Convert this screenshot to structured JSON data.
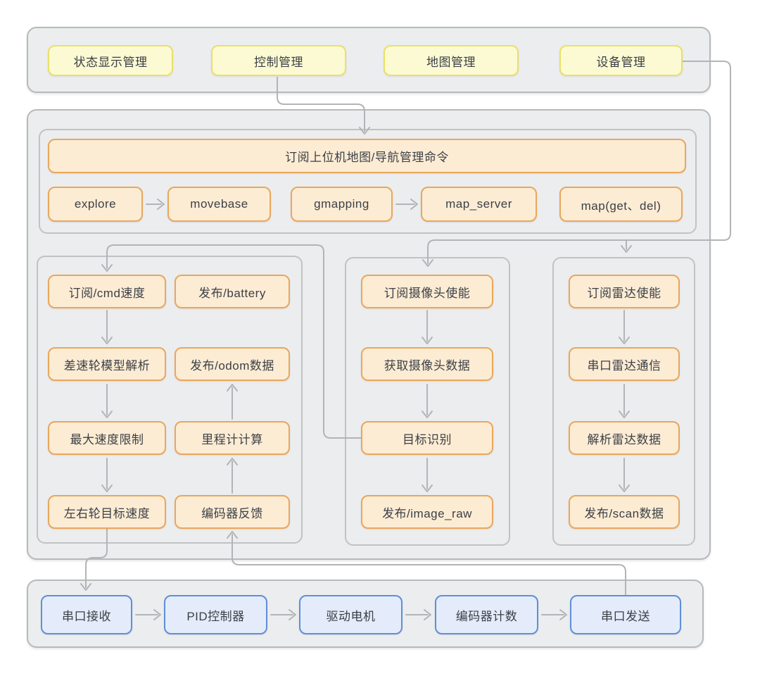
{
  "diagram": {
    "top_panel": {
      "nodes": [
        "状态显示管理",
        "控制管理",
        "地图管理",
        "设备管理"
      ]
    },
    "ros_panel": {
      "header": "订阅上位机地图/导航管理命令",
      "nodes": [
        "explore",
        "movebase",
        "gmapping",
        "map_server",
        "map(get、del)"
      ]
    },
    "motion_panel": {
      "col_a": [
        "订阅/cmd速度",
        "差速轮模型解析",
        "最大速度限制",
        "左右轮目标速度"
      ],
      "col_b": [
        "发布/battery",
        "发布/odom数据",
        "里程计计算",
        "编码器反馈"
      ]
    },
    "camera_panel": {
      "nodes": [
        "订阅摄像头使能",
        "获取摄像头数据",
        "目标识别",
        "发布/image_raw"
      ]
    },
    "lidar_panel": {
      "nodes": [
        "订阅雷达使能",
        "串口雷达通信",
        "解析雷达数据",
        "发布/scan数据"
      ]
    },
    "mcu_panel": {
      "nodes": [
        "串口接收",
        "PID控制器",
        "驱动电机",
        "编码器计数",
        "串口发送"
      ]
    }
  },
  "colors": {
    "panel_fill": "#ecedef",
    "panel_border": "#b7b9bb",
    "yellow_fill": "#fcfad3",
    "yellow_border": "#e9e06b",
    "orange_fill": "#fdecd4",
    "orange_border": "#e9a75c",
    "blue_fill": "#e4ecfb",
    "blue_border": "#5f8fd8",
    "line": "#b2b4b7",
    "text": "#3c4046"
  }
}
